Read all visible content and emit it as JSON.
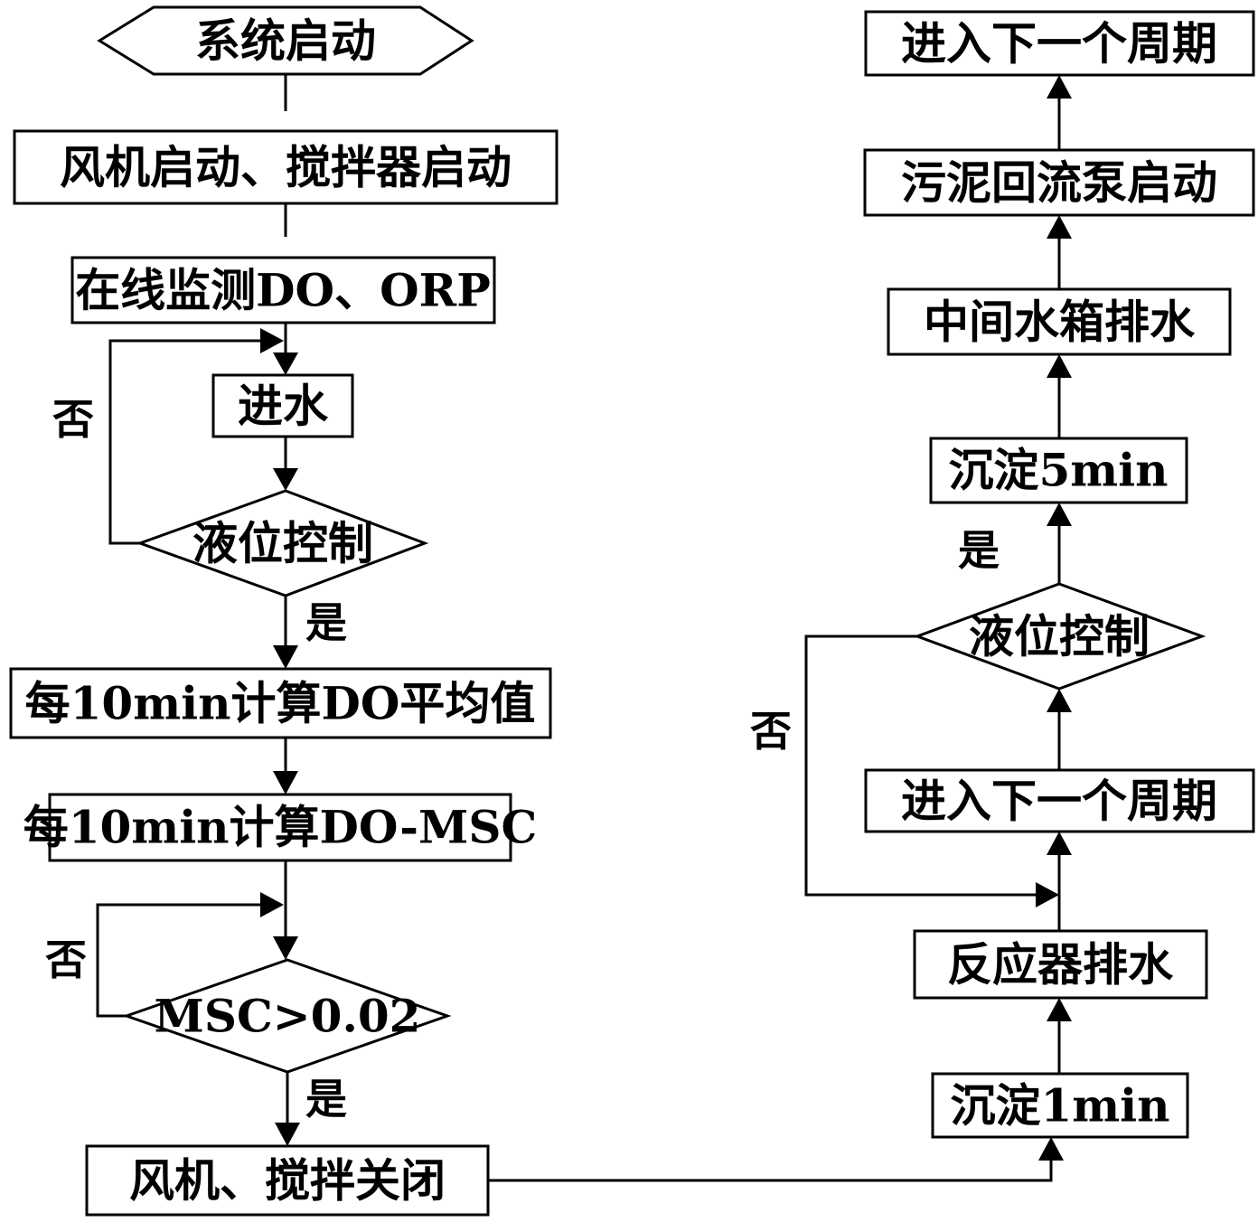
{
  "nodes": {
    "start": "系统启动",
    "fan_mixer_start": "风机启动、搅拌器启动",
    "online_monitor": "在线监测DO、ORP",
    "water_in": "进水",
    "level_control_1": "液位控制",
    "do_average": "每10min计算DO平均值",
    "do_msc": "每10min计算DO-MSC",
    "msc_check": "MSC>0.02",
    "fan_mixer_off": "风机、搅拌关闭",
    "settle_1min": "沉淀1min",
    "reactor_drain": "反应器排水",
    "next_cycle_1": "进入下一个周期",
    "level_control_2": "液位控制",
    "settle_5min": "沉淀5min",
    "tank_drain": "中间水箱排水",
    "sludge_pump_start": "污泥回流泵启动",
    "next_cycle_2": "进入下一个周期"
  },
  "labels": {
    "no_1": "否",
    "yes_1": "是",
    "no_2": "否",
    "yes_2": "是",
    "no_3": "否",
    "yes_3": "是"
  }
}
